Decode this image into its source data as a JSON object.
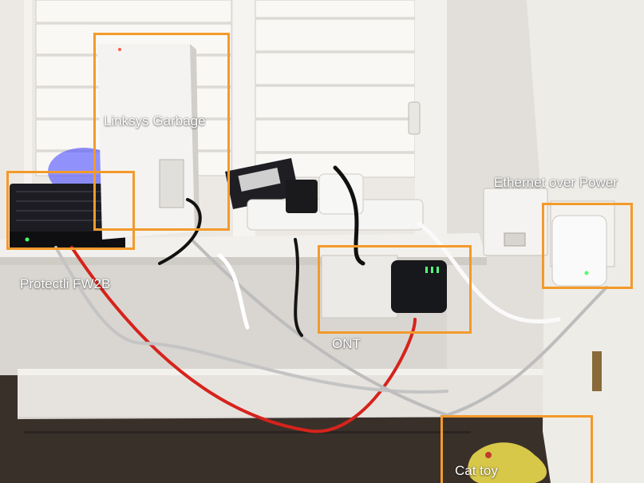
{
  "photo": {
    "subject": "home network equipment on a windowsill"
  },
  "annotation_style": {
    "box_color": "#F39A2B",
    "label_color": "#FFFFFF"
  },
  "annotations": {
    "linksys": {
      "label": "Linksys Garbage"
    },
    "protectli": {
      "label": "Protectli FW2B"
    },
    "ont": {
      "label": "ONT"
    },
    "eop": {
      "label": "Ethernet over Power"
    },
    "cat_toy": {
      "label": "Cat toy"
    }
  }
}
